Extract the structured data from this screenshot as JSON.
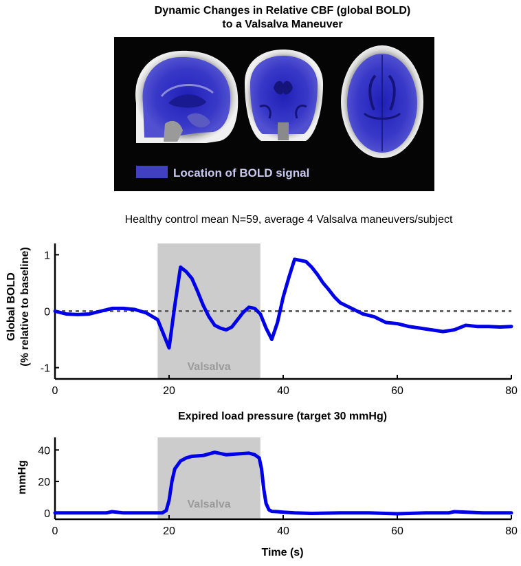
{
  "title_line1": "Dynamic Changes in Relative CBF (global BOLD)",
  "title_line2": "to a Valsalva Maneuver",
  "brain_panel": {
    "legend_label": "Location of BOLD signal",
    "bold_color": "#3c3cc8",
    "views": [
      "sagittal",
      "coronal",
      "axial"
    ]
  },
  "subtitle": "Healthy control mean N=59, average 4 Valsalva maneuvers/subject",
  "chart_data": [
    {
      "type": "line",
      "ylabel_line1": "Global BOLD",
      "ylabel_line2": "(% relative to baseline)",
      "xlabel": "Expired load pressure (target 30 mmHg)",
      "xlim": [
        0,
        80
      ],
      "ylim": [
        -1.2,
        1.2
      ],
      "xticks": [
        0,
        20,
        40,
        60,
        80
      ],
      "yticks": [
        -1,
        0,
        1
      ],
      "ytick_labels": [
        "-1",
        "0",
        "1"
      ],
      "baseline": 0,
      "baseline_style": "dotted",
      "shaded_region": {
        "x0": 18,
        "x1": 36,
        "label": "Valsalva",
        "color": "#cccccc"
      },
      "series": [
        {
          "color": "#0000e6",
          "x": [
            0,
            2,
            4,
            6,
            8,
            10,
            12,
            14,
            16,
            18,
            19,
            20,
            21,
            22,
            23,
            24,
            25,
            26,
            27,
            28,
            29,
            30,
            31,
            32,
            33,
            34,
            35,
            36,
            37,
            38,
            39,
            40,
            41,
            42,
            43,
            44,
            45,
            46,
            47,
            48,
            49,
            50,
            52,
            54,
            56,
            58,
            60,
            62,
            64,
            66,
            68,
            70,
            72,
            74,
            76,
            78,
            80
          ],
          "y": [
            0.0,
            -0.05,
            -0.06,
            -0.05,
            0.0,
            0.05,
            0.05,
            0.03,
            -0.03,
            -0.15,
            -0.4,
            -0.65,
            0.1,
            0.78,
            0.7,
            0.58,
            0.35,
            0.1,
            -0.1,
            -0.25,
            -0.3,
            -0.33,
            -0.28,
            -0.15,
            -0.02,
            0.07,
            0.05,
            -0.05,
            -0.3,
            -0.5,
            -0.2,
            0.25,
            0.6,
            0.92,
            0.9,
            0.88,
            0.78,
            0.65,
            0.5,
            0.38,
            0.25,
            0.15,
            0.05,
            -0.05,
            -0.1,
            -0.2,
            -0.22,
            -0.27,
            -0.3,
            -0.33,
            -0.36,
            -0.33,
            -0.25,
            -0.27,
            -0.27,
            -0.28,
            -0.27
          ]
        }
      ]
    },
    {
      "type": "line",
      "ylabel": "mmHg",
      "xlabel": "Time (s)",
      "xlim": [
        0,
        80
      ],
      "ylim": [
        -4,
        48
      ],
      "xticks": [
        0,
        20,
        40,
        60,
        80
      ],
      "yticks": [
        0,
        20,
        40
      ],
      "ytick_labels": [
        "0",
        "20",
        "40"
      ],
      "shaded_region": {
        "x0": 18,
        "x1": 36,
        "label": "Valsalva",
        "color": "#cccccc"
      },
      "series": [
        {
          "color": "#0000e6",
          "x": [
            0,
            5,
            9,
            10,
            12,
            15,
            18,
            18.8,
            19.5,
            20,
            20.5,
            21,
            22,
            23,
            24,
            26,
            28,
            30,
            32,
            34,
            35,
            35.8,
            36.2,
            36.6,
            37,
            37.5,
            38,
            39,
            40,
            42,
            45,
            50,
            55,
            60,
            65,
            69,
            70,
            75,
            80
          ],
          "y": [
            0,
            0,
            0,
            0.8,
            0,
            0,
            0,
            0,
            1.5,
            8,
            20,
            28,
            33,
            35,
            36,
            36.5,
            38.5,
            37,
            37.5,
            38,
            37,
            35,
            28,
            15,
            6,
            2,
            1,
            0.8,
            0.5,
            0,
            -0.3,
            0,
            0,
            -0.5,
            0,
            0,
            0.8,
            0,
            0
          ]
        }
      ]
    }
  ]
}
